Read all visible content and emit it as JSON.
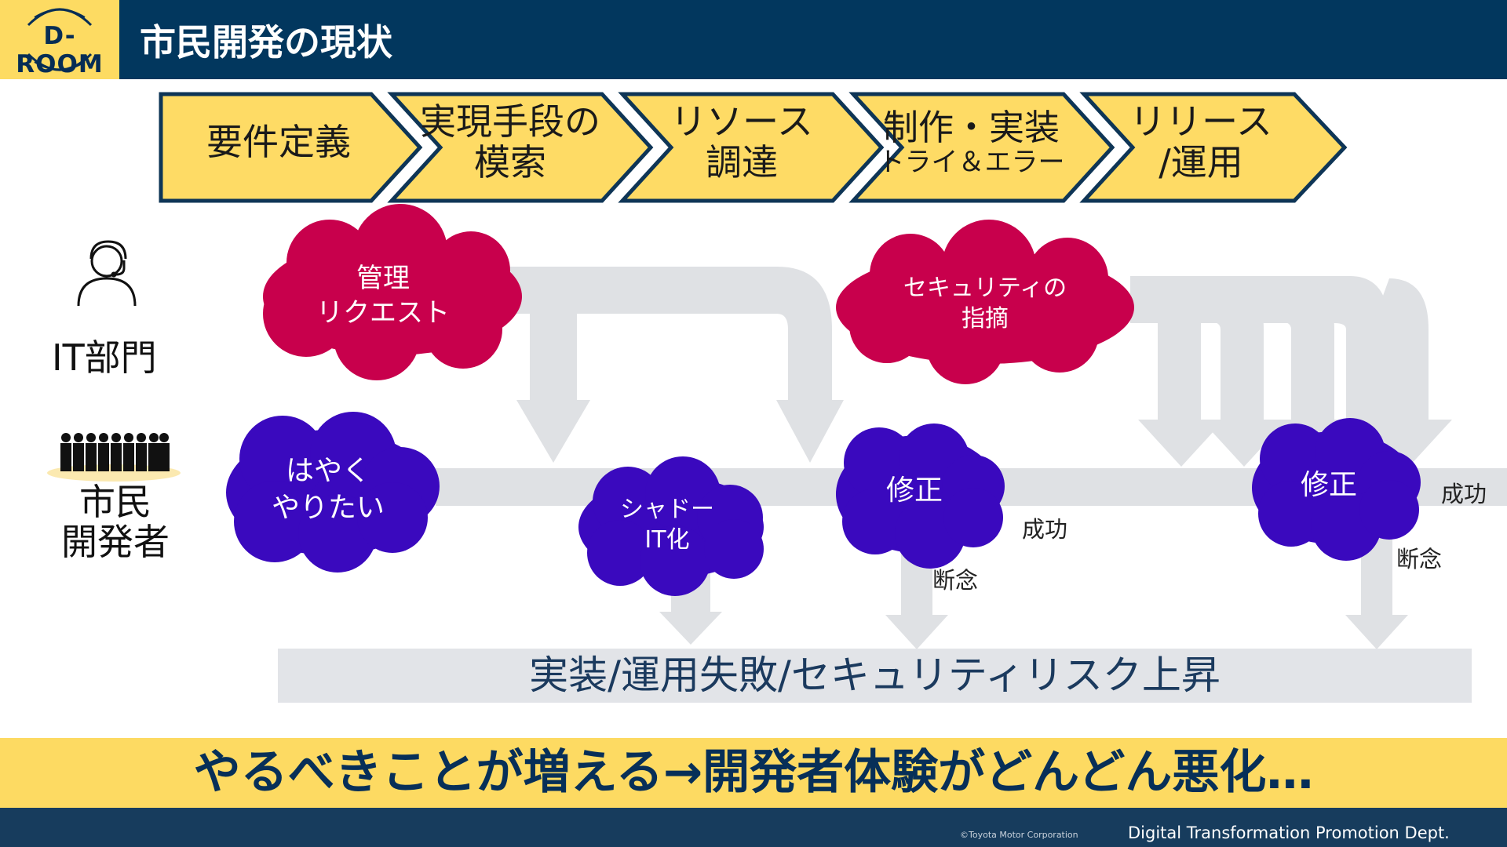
{
  "header": {
    "logo_text": "D-ROOM",
    "title": "市民開発の現状"
  },
  "process_steps": [
    {
      "lines": [
        "要件定義"
      ]
    },
    {
      "lines": [
        "実現手段の",
        "模索"
      ]
    },
    {
      "lines": [
        "リソース",
        "調達"
      ]
    },
    {
      "lines": [
        "制作・実装",
        "トライ＆エラー"
      ]
    },
    {
      "lines": [
        "リリース",
        "/運用"
      ]
    }
  ],
  "roles": {
    "it_department": "IT部門",
    "citizen_developers": [
      "市民",
      "開発者"
    ]
  },
  "it_clouds": [
    {
      "lines": [
        "管理",
        "リクエスト"
      ]
    },
    {
      "lines": [
        "セキュリティの",
        "指摘"
      ]
    }
  ],
  "citizen_clouds": [
    {
      "lines": [
        "はやく",
        "やりたい"
      ]
    },
    {
      "lines": [
        "シャドー",
        "IT化"
      ]
    },
    {
      "lines": [
        "修正"
      ]
    },
    {
      "lines": [
        "修正"
      ]
    }
  ],
  "outcomes": {
    "success_1": "成功",
    "abandon_1": "断念",
    "success_2": "成功",
    "abandon_2": "断念"
  },
  "risk_bar": "実装/運用失敗/セキュリティリスク上昇",
  "conclusion": "やるべきことが増える→開発者体験がどんどん悪化…",
  "footer": {
    "copyright": "©Toyota Motor Corporation",
    "department": "Digital Transformation Promotion Dept."
  },
  "colors": {
    "header_navy": "#02375e",
    "logo_yellow": "#fddb62",
    "step_yellow": "#fedb65",
    "it_cloud_crimson": "#c8004c",
    "citizen_cloud_purple": "#3a09be",
    "flow_gray": "#dfe1e4",
    "footer_navy": "#173c5d"
  }
}
